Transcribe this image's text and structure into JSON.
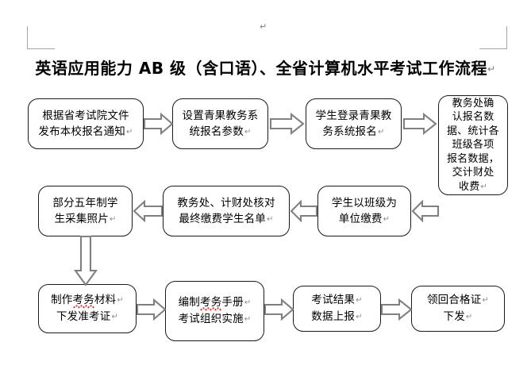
{
  "document": {
    "title": "英语应用能力 AB 级（含口语）、全省计算机水平考试工作流程",
    "title_return_mark": "↵",
    "top_paragraph_mark": "↵",
    "corner_mark_top_left": "margin-corner",
    "corner_mark_top_right": "margin-corner"
  },
  "flow": {
    "type": "flowchart",
    "direction": "serpentine (row1 left→right, row2 right→left, row3 left→right)",
    "return_mark": "↵",
    "colors": {
      "box_border": "#1a1a1a",
      "box_fill": "#ffffff",
      "arrow_stroke": "#808080",
      "arrow_fill": "#ffffff",
      "text": "#000000",
      "spellcheck_underline": "#e8231f",
      "margin_mark": "#a6a6a6",
      "paragraph_mark": "#7f7f7f"
    },
    "nodes": [
      {
        "id": "n1",
        "lines": [
          "根据省考试院文件",
          "发布本校报名通知"
        ],
        "return_on_last": true,
        "spellcheck": [],
        "row": 1,
        "order": 1
      },
      {
        "id": "n2",
        "lines": [
          "设置青果教务系",
          "统报名参数"
        ],
        "return_on_last": true,
        "spellcheck": [],
        "row": 1,
        "order": 2
      },
      {
        "id": "n3",
        "lines": [
          "学生登录青果教",
          "务系统报名"
        ],
        "return_on_last": true,
        "spellcheck": [],
        "row": 1,
        "order": 3
      },
      {
        "id": "n4",
        "lines": [
          "教务处确",
          "认报名数",
          "据、统计各",
          "班级各项",
          "报名数据，",
          "交计财处",
          "收费"
        ],
        "return_on_last": true,
        "spellcheck": [],
        "row": 1,
        "order": 4
      },
      {
        "id": "n5",
        "lines": [
          "部分五年制学",
          "生采集照片"
        ],
        "return_on_last": true,
        "spellcheck": [],
        "row": 2,
        "order": 4
      },
      {
        "id": "n6",
        "lines": [
          "教务处、计财处核对",
          "最终缴费学生名单"
        ],
        "return_on_last": true,
        "spellcheck": [],
        "row": 2,
        "order": 3
      },
      {
        "id": "n7",
        "lines": [
          "学生以班级为",
          "单位缴费"
        ],
        "return_on_last": true,
        "spellcheck": [],
        "row": 2,
        "order": 2
      },
      {
        "id": "n9",
        "lines": [
          "制作考务材料",
          "下发准考证"
        ],
        "return_on_last": true,
        "return_on_each": true,
        "spellcheck": [
          "考务"
        ],
        "row": 3,
        "order": 1
      },
      {
        "id": "n10",
        "lines": [
          "编制考务手册",
          "考试组织实施"
        ],
        "return_on_last": true,
        "return_on_each": true,
        "spellcheck": [
          "考务"
        ],
        "row": 3,
        "order": 2
      },
      {
        "id": "n11",
        "lines": [
          "考试结果",
          "数据上报"
        ],
        "return_on_last": true,
        "return_on_each": true,
        "spellcheck": [],
        "row": 3,
        "order": 3
      },
      {
        "id": "n12",
        "lines": [
          "领回合格证",
          "下发"
        ],
        "return_on_last": true,
        "return_on_each": true,
        "spellcheck": [],
        "row": 3,
        "order": 4
      }
    ],
    "connectors": [
      {
        "from": "n1",
        "to": "n2",
        "direction": "right"
      },
      {
        "from": "n2",
        "to": "n3",
        "direction": "right"
      },
      {
        "from": "n3",
        "to": "n4",
        "direction": "right"
      },
      {
        "from": "n4",
        "to": "n7",
        "direction": "left"
      },
      {
        "from": "n7",
        "to": "n6",
        "direction": "left"
      },
      {
        "from": "n6",
        "to": "n5",
        "direction": "left"
      },
      {
        "from": "n5",
        "to": "n9",
        "direction": "down"
      },
      {
        "from": "n9",
        "to": "n10",
        "direction": "right"
      },
      {
        "from": "n10",
        "to": "n11",
        "direction": "right"
      },
      {
        "from": "n11",
        "to": "n12",
        "direction": "right"
      }
    ]
  }
}
